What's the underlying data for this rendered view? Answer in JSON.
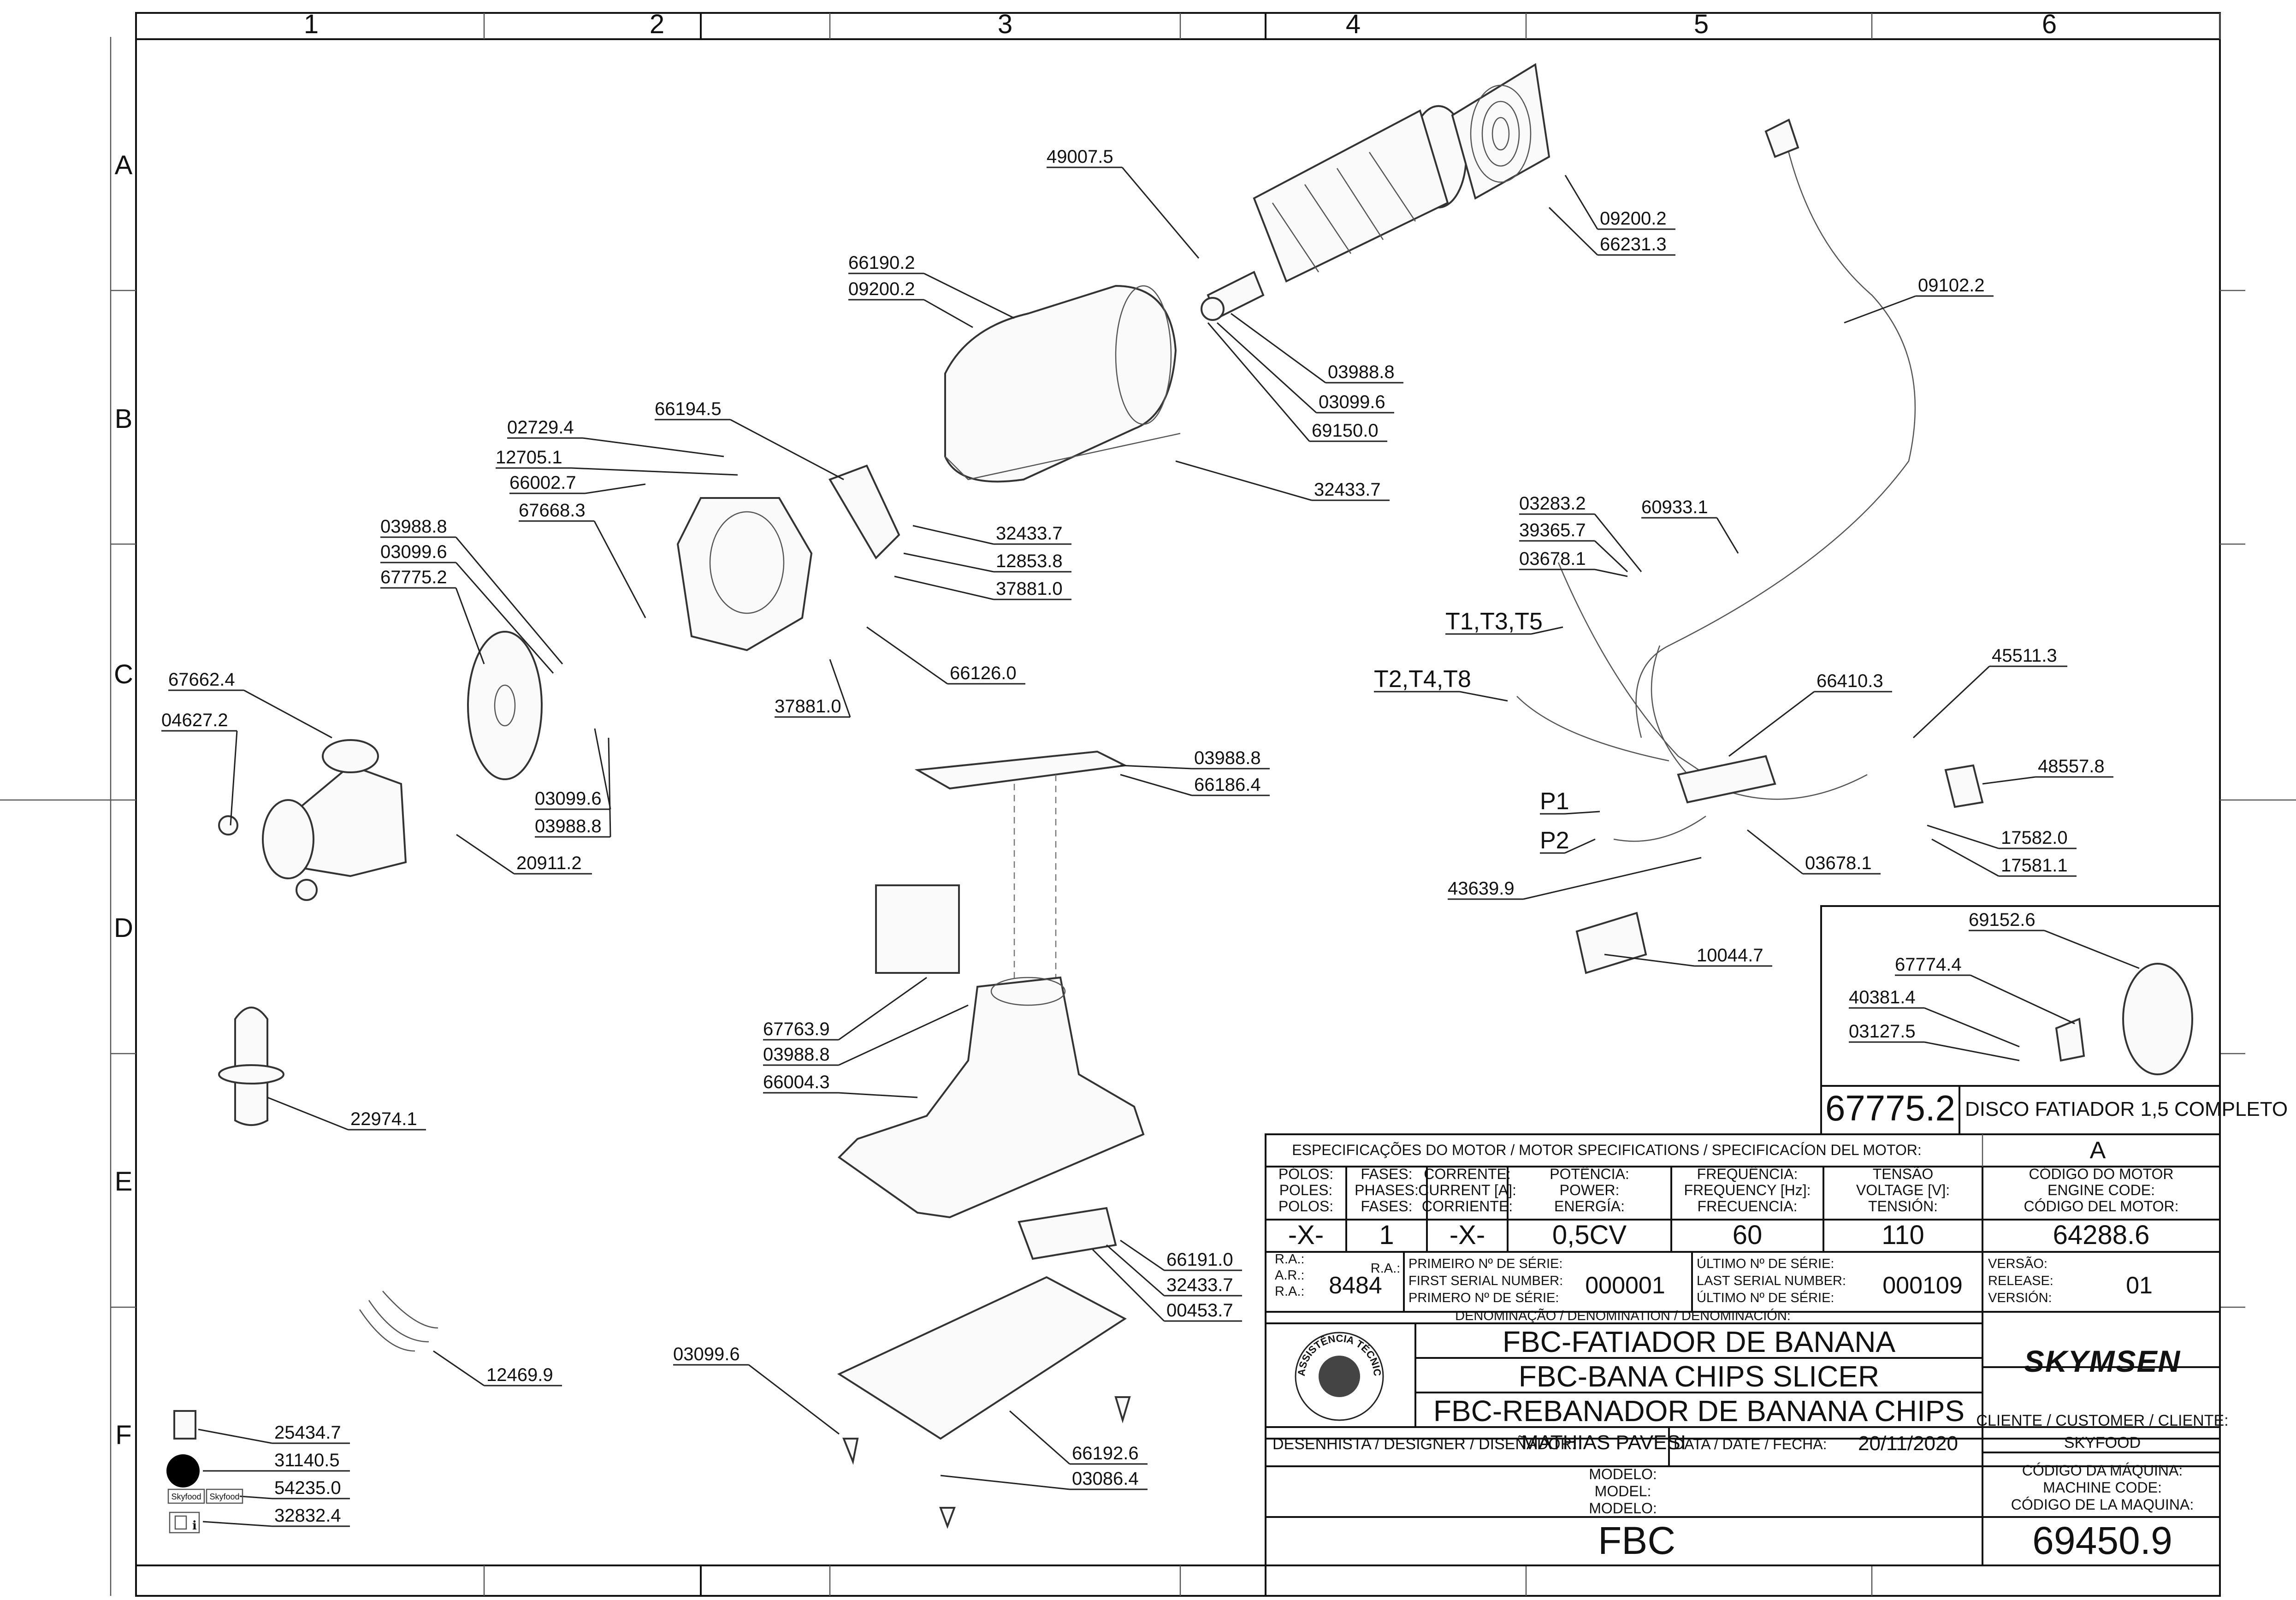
{
  "grid": {
    "cols": [
      "1",
      "2",
      "3",
      "4",
      "5",
      "6"
    ],
    "rows": [
      "A",
      "B",
      "C",
      "D",
      "E",
      "F"
    ]
  },
  "callouts": [
    "49007.5",
    "09200.2",
    "66231.3",
    "66190.2",
    "09200.2",
    "09102.2",
    "03988.8",
    "03099.6",
    "69150.0",
    "66194.5",
    "02729.4",
    "12705.1",
    "66002.7",
    "67668.3",
    "32433.7",
    "32433.7",
    "12853.8",
    "37881.0",
    "03988.8",
    "03099.6",
    "67775.2",
    "67662.4",
    "04627.2",
    "66126.0",
    "37881.0",
    "03099.6",
    "03988.8",
    "20911.2",
    "03988.8",
    "66186.4",
    "03283.2",
    "39365.7",
    "03678.1",
    "60933.1",
    "T1,T3,T5",
    "T2,T4,T8",
    "66410.3",
    "45511.3",
    "48557.8",
    "P1",
    "P2",
    "17582.0",
    "17581.1",
    "03678.1",
    "43639.9",
    "10044.7",
    "67763.9",
    "03988.8",
    "66004.3",
    "22974.1",
    "66191.0",
    "32433.7",
    "00453.7",
    "12469.9",
    "03099.6",
    "66192.6",
    "03086.4",
    "25434.7",
    "31140.5",
    "54235.0",
    "32832.4",
    "69152.6",
    "67774.4",
    "40381.4",
    "03127.5"
  ],
  "detail": {
    "code": "67775.2",
    "description": "DISCO FATIADOR 1,5 COMPLETO",
    "rev": "A"
  },
  "titleblock": {
    "spec_header": "ESPECIFICAÇÕES DO MOTOR / MOTOR SPECIFICATIONS / SPECIFICACÍON DEL MOTOR:",
    "spec_cols": [
      {
        "h1": "PÓLOS:",
        "h2": "POLES:",
        "h3": "POLOS:",
        "value": "-X-"
      },
      {
        "h1": "FASES:",
        "h2": "PHASES:",
        "h3": "FASES:",
        "value": "1"
      },
      {
        "h1": "CORRENTE:",
        "h2": "CURRENT [A]:",
        "h3": "CORRIENTE:",
        "value": "-X-"
      },
      {
        "h1": "POTÊNCIA:",
        "h2": "POWER:",
        "h3": "ENERGÍA:",
        "value": "0,5CV"
      },
      {
        "h1": "FREQUÊNCIA:",
        "h2": "FREQUENCY [Hz]:",
        "h3": "FRECUENCIA:",
        "value": "60"
      },
      {
        "h1": "TENSÃO",
        "h2": "VOLTAGE [V]:",
        "h3": "TENSIÓN:",
        "value": "110"
      },
      {
        "h1": "CÓDIGO DO MOTOR",
        "h2": "ENGINE CODE:",
        "h3": "CÓDIGO DEL MOTOR:",
        "value": "64288.6"
      }
    ],
    "ra_labels": [
      "R.A.:",
      "A.R.:",
      "R.A.:"
    ],
    "ra_value": "8484",
    "first_serial_labels": [
      "PRIMEIRO Nº DE SÉRIE:",
      "FIRST SERIAL NUMBER:",
      "PRIMERO Nº DE SÉRIE:"
    ],
    "first_serial": "000001",
    "last_serial_labels": [
      "ÚLTIMO Nº DE SÉRIE:",
      "LAST SERIAL NUMBER:",
      "ÚLTIMO Nº DE SÉRIE:"
    ],
    "last_serial": "000109",
    "version_labels": [
      "VERSÃO:",
      "RELEASE:",
      "VERSIÓN:"
    ],
    "version": "01",
    "denomination_header": "DENOMINAÇÃO / DENOMINATION / DENOMINACIÓN:",
    "names": [
      "FBC-FATIADOR DE BANANA",
      "FBC-BANA CHIPS SLICER",
      "FBC-REBANADOR DE BANANA CHIPS"
    ],
    "stamp_text": "ASSISTÊNCIA TÉCNICA AUTORIZADA",
    "brand": "SKYMSEN",
    "client_header": "CLIENTE / CUSTOMER / CLIENTE:",
    "client": "SKYFOOD",
    "designer_label": "DESENHISTA / DESIGNER / DISEÑADOR:",
    "designer": "MATHIAS PAVESI",
    "date_label": "DATA / DATE / FECHA:",
    "date": "20/11/2020",
    "model_labels": [
      "MODELO:",
      "MODEL:",
      "MODELO:"
    ],
    "model": "FBC",
    "machine_code_labels": [
      "CÓDIGO DA MÁQUINA:",
      "MACHINE CODE:",
      "CÓDIGO DE LA MAQUINA:"
    ],
    "machine_code": "69450.9"
  },
  "sticker_text": "Skyfood"
}
